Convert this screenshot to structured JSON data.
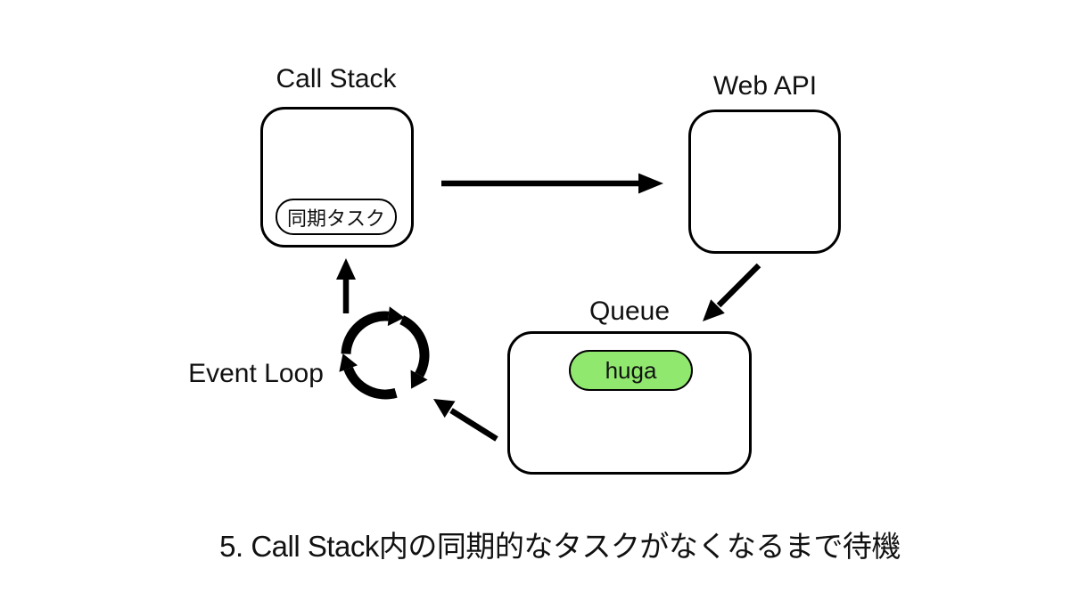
{
  "diagram": {
    "call_stack": {
      "label": "Call Stack",
      "task_label": "同期タスク"
    },
    "web_api": {
      "label": "Web API"
    },
    "queue": {
      "label": "Queue",
      "item_label": "huga"
    },
    "event_loop": {
      "label": "Event Loop"
    },
    "caption": "5. Call Stack内の同期的なタスクがなくなるまで待機",
    "colors": {
      "stroke": "#000000",
      "canvas_bg": "#ffffff",
      "task_pill_fill": "#90e86f"
    }
  }
}
